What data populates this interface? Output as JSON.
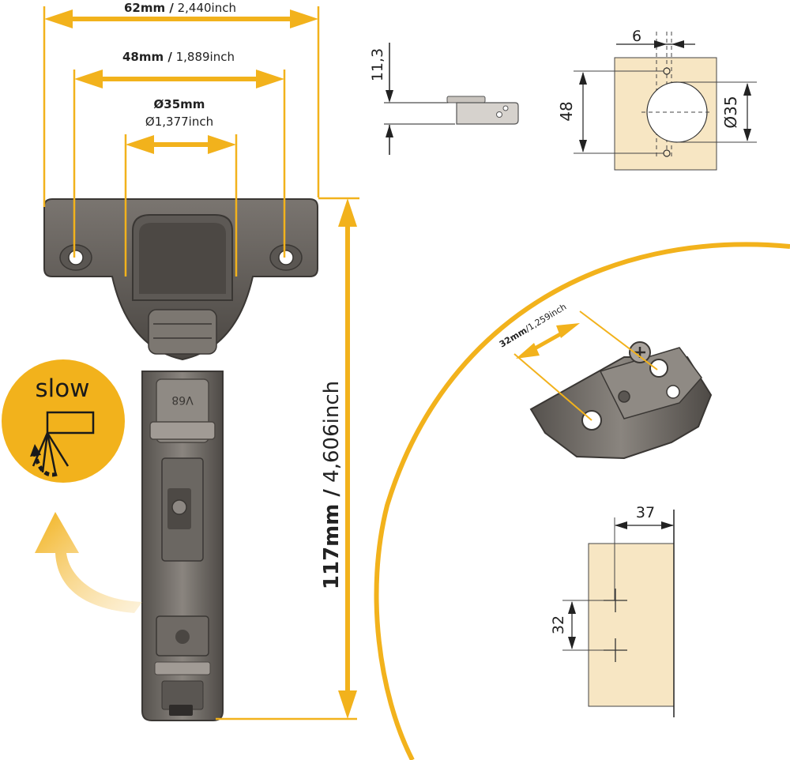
{
  "colors": {
    "accent": "#f2b21c",
    "wood": "#f7e6c3",
    "line": "#222222",
    "metal_dark": "#4a4744",
    "metal_mid": "#6e6a66",
    "metal_light": "#9a958f"
  },
  "dimensions": {
    "width_62": {
      "bold": "62mm /",
      "light": " 2,440inch"
    },
    "width_48": {
      "bold": "48mm /",
      "light": " 1,889inch"
    },
    "cup_35_mm": "Ø35mm",
    "cup_35_inch": "Ø1,377inch",
    "length_117": {
      "bold": "117mm /",
      "light": " 4,606inch"
    },
    "plate_32": {
      "bold": "32mm",
      "light": "/1,259inch"
    }
  },
  "side_view": {
    "depth_label": "11,3"
  },
  "cup_drilling": {
    "offset_label": "6",
    "height_label": "48",
    "diameter_label": "Ø35"
  },
  "plate_drilling": {
    "offset_label": "37",
    "spacing_label": "32"
  },
  "soft_close_badge": {
    "label": "slow"
  },
  "hinge_engraving": "V68",
  "icons": [
    "soft-close-icon",
    "curved-arrow-icon",
    "hinge-image",
    "mounting-plate-image"
  ]
}
